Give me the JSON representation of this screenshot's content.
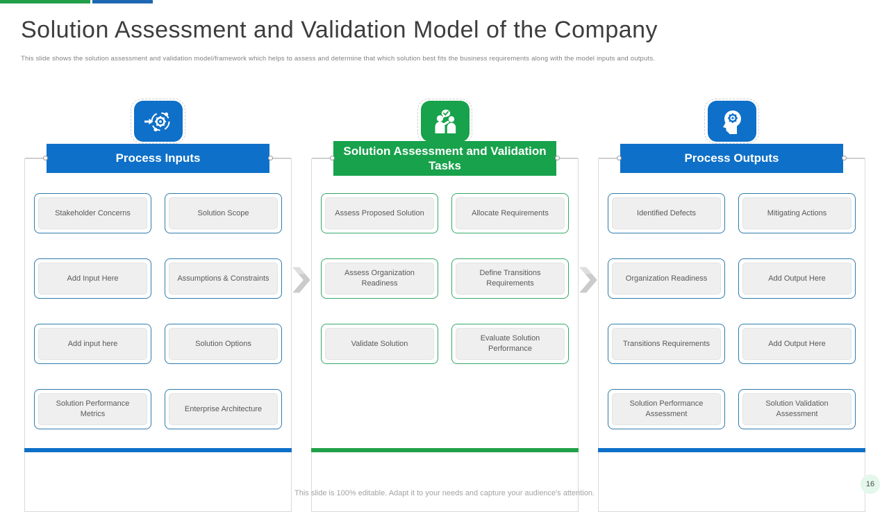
{
  "slide": {
    "title": "Solution Assessment and Validation Model of the Company",
    "subtitle": "This slide shows the solution assessment and validation model/framework which helps to assess and determine that which solution best fits the business requirements along with the model inputs and outputs.",
    "footer": "This slide is 100% editable. Adapt it to your needs and capture your audience's attention.",
    "page_number": "16"
  },
  "colors": {
    "accent_blue": "#0e70c8",
    "accent_green": "#17a24b",
    "topbar_green": "#21a049",
    "topbar_blue": "#1e68b2",
    "box_fill": "#efefef",
    "box_text": "#595959",
    "frame_border": "#d9d9d9"
  },
  "columns": [
    {
      "title": "Process Inputs",
      "accent": "#0e70c8",
      "icon": "process-input-gear-icon",
      "boxes": [
        "Stakeholder Concerns",
        "Solution Scope",
        "Add Input Here",
        "Assumptions & Constraints",
        "Add input here",
        "Solution Options",
        "Solution Performance Metrics",
        "Enterprise Architecture"
      ]
    },
    {
      "title": "Solution Assessment and Validation Tasks",
      "accent": "#17a24b",
      "icon": "assessment-discussion-icon",
      "boxes": [
        "Assess Proposed Solution",
        "Allocate Requirements",
        "Assess Organization Readiness",
        "Define Transitions Requirements",
        "Validate Solution",
        "Evaluate Solution Performance"
      ]
    },
    {
      "title": "Process Outputs",
      "accent": "#0e70c8",
      "icon": "mind-gear-icon",
      "boxes": [
        "Identified Defects",
        "Mitigating Actions",
        "Organization Readiness",
        "Add Output Here",
        "Transitions Requirements",
        "Add Output Here",
        "Solution Performance Assessment",
        "Solution Validation Assessment"
      ]
    }
  ]
}
